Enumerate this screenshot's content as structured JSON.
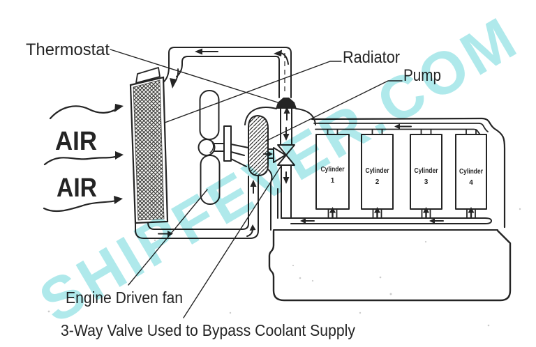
{
  "watermark": {
    "text": "SHIPFEVER.COM",
    "color": "#a8e8ea"
  },
  "labels": {
    "thermostat": "Thermostat",
    "radiator": "Radiator",
    "pump": "Pump",
    "air": "AIR",
    "engine_fan": "Engine Driven fan",
    "three_way_valve": "3-Way Valve Used to Bypass Coolant Supply"
  },
  "engine": {
    "cylinders": [
      {
        "word": "Cylinder",
        "number": "1"
      },
      {
        "word": "Cylinder",
        "number": "2"
      },
      {
        "word": "Cylinder",
        "number": "3"
      },
      {
        "word": "Cylinder",
        "number": "4"
      }
    ]
  },
  "colors": {
    "ink": "#242424",
    "paper": "#ffffff",
    "watermark": "#a8e8ea"
  }
}
